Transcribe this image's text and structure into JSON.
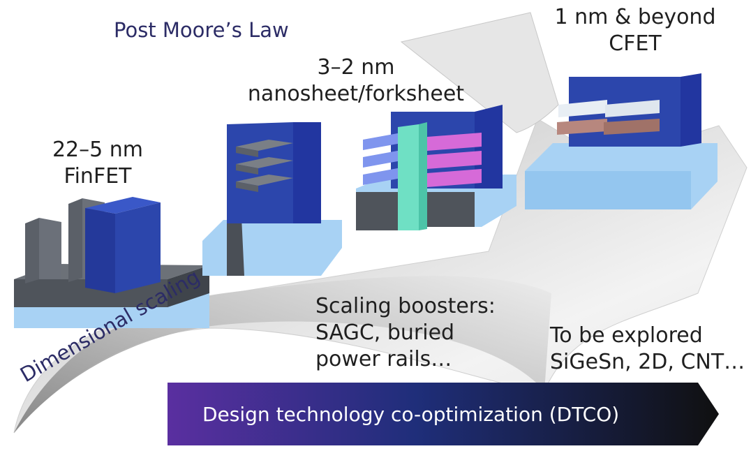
{
  "colors": {
    "arrow_light": "#f0f0f0",
    "arrow_dark": "#8f8f8f",
    "gate_blue": "#2f4bb2",
    "substrate_light_blue": "#a8d2f4",
    "channel_gray": "#5b6068",
    "sheet_magenta": "#d66ad8",
    "sheet_periwinkle": "#7f95ee",
    "wall_mint": "#6fe0c4",
    "cfet_top_white": "#e8eef4",
    "cfet_bottom_brown": "#b7877e",
    "banner_purple": "#5a2fa0",
    "banner_navy": "#1f2e7a",
    "banner_black": "#101010",
    "text_navy": "#2c2c66",
    "text_dark": "#1f1f1f",
    "banner_text": "#ffffff"
  },
  "titles": {
    "post_moore": "Post Moore’s Law"
  },
  "nodes": {
    "finfet": {
      "line1": "22–5 nm",
      "line2": "FinFET"
    },
    "nanosheet": {
      "line1": "3–2 nm",
      "line2": "nanosheet/forksheet"
    },
    "cfet": {
      "line1": "1 nm & beyond",
      "line2": "CFET"
    }
  },
  "notes": {
    "dimensional_scaling": "Dimensional scaling",
    "boosters": {
      "line1": "Scaling boosters:",
      "line2": "SAGC, buried",
      "line3": "power rails…"
    },
    "explore": {
      "line1": "To be explored",
      "line2": "SiGeSn, 2D, CNT…"
    }
  },
  "banner": {
    "text": "Design technology co-optimization (DTCO)"
  },
  "icons": {
    "finfet": "finfet-device-icon",
    "nanosheet": "nanosheet-device-icon",
    "forksheet": "forksheet-device-icon",
    "cfet": "cfet-device-icon"
  }
}
